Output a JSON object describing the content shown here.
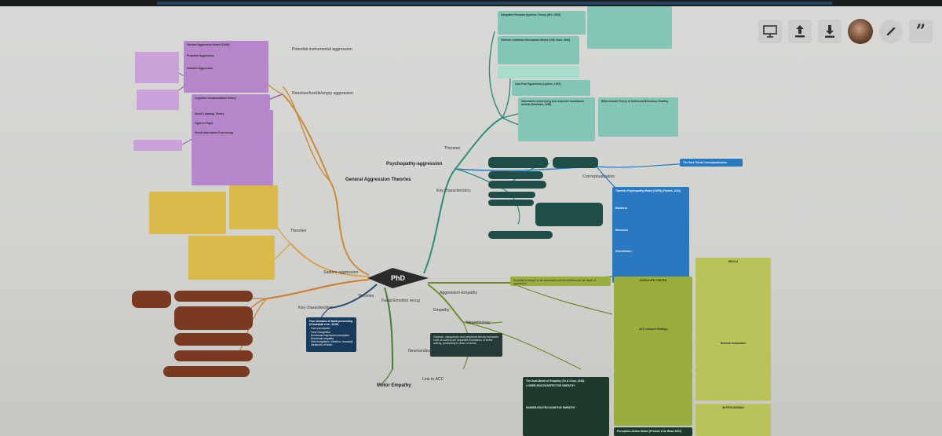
{
  "toolbar": {
    "present_icon": "presentation-icon",
    "share_icon": "share-upload-icon",
    "download_icon": "download-icon",
    "edit_icon": "pencil-icon",
    "comment_icon": "quote-icon"
  },
  "map": {
    "central": "PhD",
    "branches": {
      "general_aggression": "General Aggression Theories",
      "potential_instrumental": "Potential instrumental aggression",
      "reactive_hostile": "Reactive/hostile/angry aggression",
      "theories_left": "Theories",
      "sadism": "Sadism-aggression",
      "key_characteristics_left": "Key characteristics",
      "theories_bottom": "Theories",
      "facial_emotion": "Facial Emotion recog",
      "motor_empathy": "Motor Empathy",
      "psychopathy": "Psychopathy-aggression",
      "theories_right": "Theories",
      "key_characteristics_right": "Key characteristics",
      "conceptualisation": "Conceptualisation",
      "aggression_empathy": "Aggression-Empathy",
      "empathy": "Empathy",
      "neurobiology": "Neurobiology",
      "neuroendocrinology": "Neuroendocrinology",
      "link_to_acc": "Link to ACC"
    },
    "nodes": {
      "general_aggression_model": "General Aggression Model (GAM)",
      "proactive_aggression": "Proactive Aggression",
      "reactive_aggression": "Reactive Aggression",
      "cognitive_neo": "Cognitive-neoassociation theory",
      "social_learning": "Social Learning Theory",
      "fight_flight": "Fight-or-Flight",
      "social_info": "Social Information Processing",
      "integrated_emotion": "Integrated Emotion Systems Theory (IES; 2005)",
      "violence_inhibition": "Violence Inhibition Mechanism Model (VIM; Blair, 1995)",
      "low_fear": "Low-Fear Hypothesis (Lykken, 1957)",
      "response_modulation": "Information processing and response modulation deficits (Newman, 1998)",
      "triarchic": "Triarchic Psychopathy Model (TriPM) (Patrick, 2010)",
      "boldness": "Boldness",
      "meanness": "Meanness",
      "disinhibition": "Disinhibition",
      "dark_tetrad": "The Dark Tetrad Conceptualisation",
      "bidirectional": "Bidirectional Theory of Antisocial Behaviour (Dadds)",
      "cingulate": "CINGULATE CORTEX",
      "acc_research": "ACC research findings",
      "insula": "INSULA",
      "network_modulation": "Network modulation",
      "amygdala": "Oxytocin, vasopressin and peripheral steroid hormones such as cortisol are important modulators of limbic activity, particularly in times of stress",
      "dual_model": "The Dual-Model of Empathy (Yu & Chou, 2018)",
      "lower_route": "LOWER-ROUTE/AFFECTIVE EMPATHY",
      "higher_route": "HIGHER-ROUTE/COGNITIVE EMPATHY",
      "perception_action": "Perception-Action Model (Preston & de Waal, 2002)",
      "fer_components": "Four domains of facial processing (Cholewiak et al., 2010)",
      "fer_items": "- Face perception\n- Face recognition\n- Emotional expression perception\n- Emotional empathy\n- Self-recognition / belief or ‘sourcing’\n- Measures of brain",
      "empathy_link": "Empathy is thought to be associated with the behavioural risk factor of aggression",
      "ie_empathy": "IM PROCESSING"
    }
  }
}
